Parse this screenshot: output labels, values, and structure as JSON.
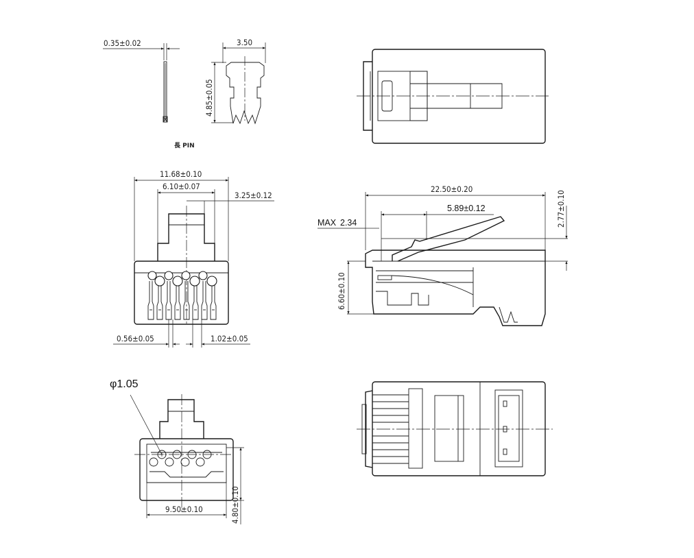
{
  "drawing": {
    "pin": {
      "thickness": "0.35±0.02",
      "width": "3.50",
      "height": "4.85±0.05",
      "caption": "長 PIN"
    },
    "front": {
      "overall_width": "11.68±0.10",
      "latch_width": "6.10±0.07",
      "latch_offset": "3.25±0.12",
      "pin_width": "0.56±0.05",
      "pin_pitch": "1.02±0.05"
    },
    "side": {
      "length": "22.50±0.20",
      "latch_length": "5.89±0.12",
      "max_label": "MAX",
      "max_value": "2.34",
      "latch_height": "2.77±0.10",
      "body_height": "6.60±0.10"
    },
    "end": {
      "hole": "φ1.05",
      "width": "9.50±0.10",
      "height": "4.80±0.10"
    }
  }
}
